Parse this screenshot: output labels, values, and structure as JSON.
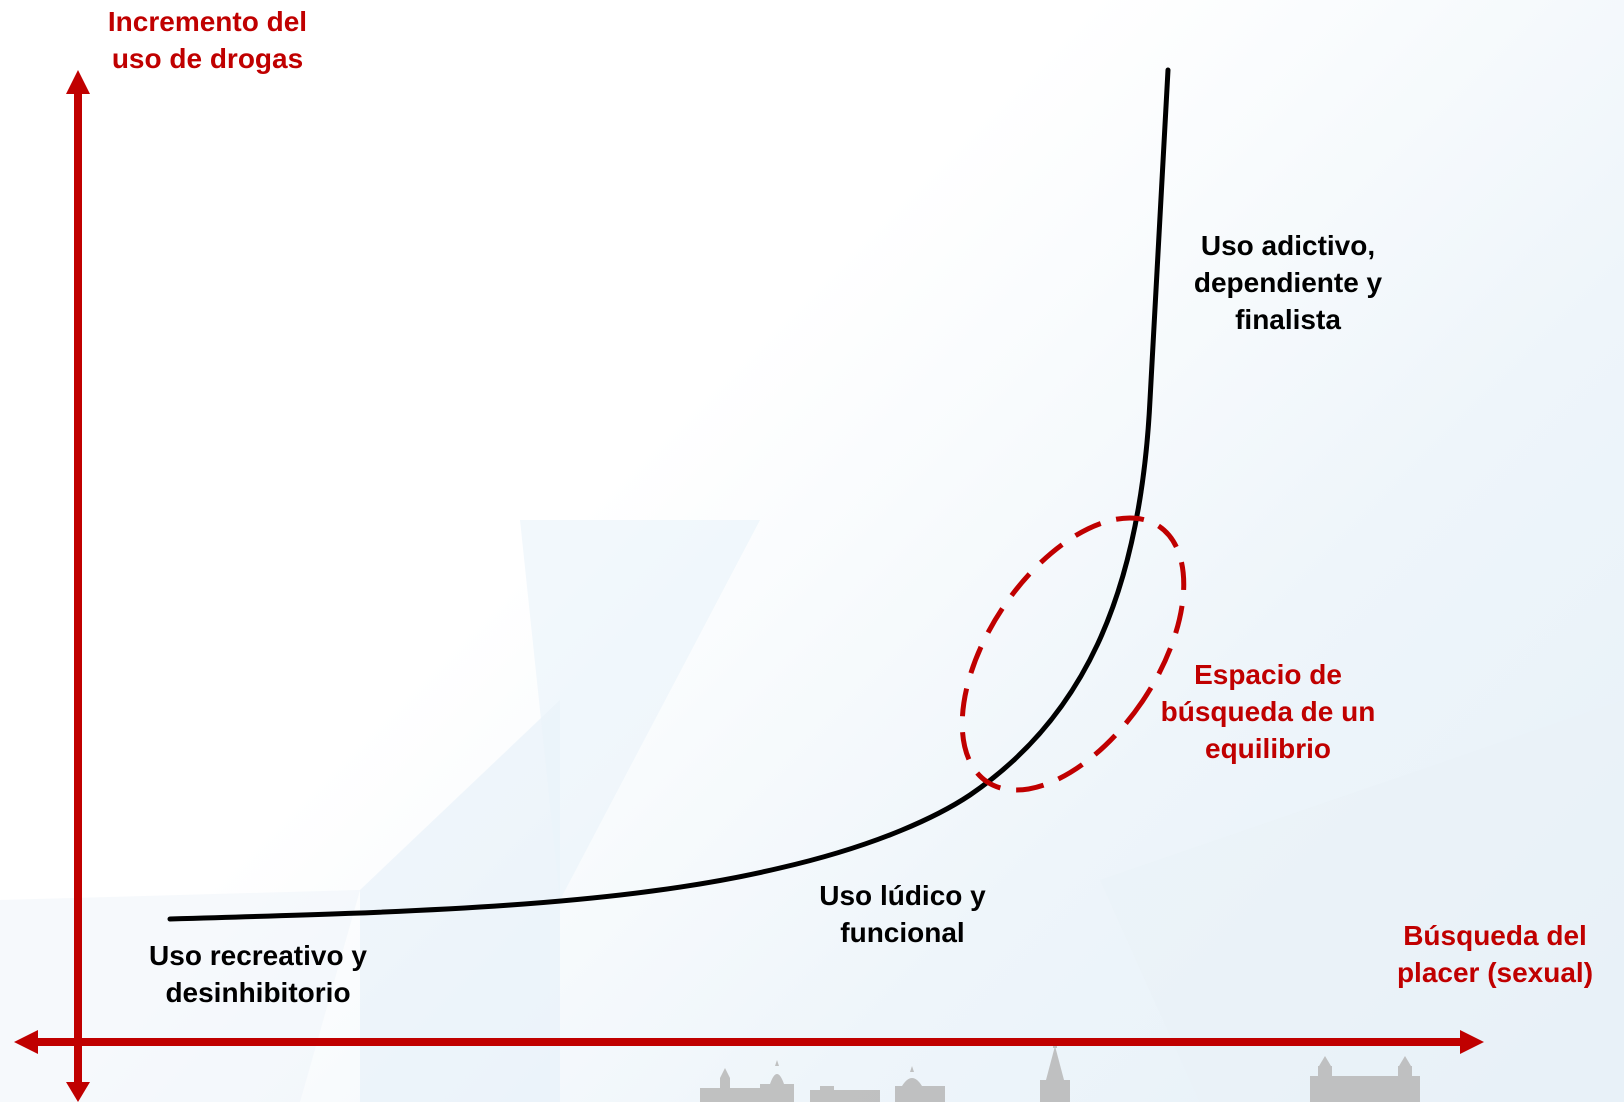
{
  "colors": {
    "axis": "#c00000",
    "curve": "#000000",
    "ellipse": "#c00000",
    "highlight_text": "#c00000",
    "body_text": "#000000",
    "skyline": "#b8b8b8"
  },
  "axes": {
    "y_label": "Incremento del\nuso de drogas",
    "x_label": "Búsqueda del\nplacer (sexual)"
  },
  "stages": {
    "recreational": "Uso recreativo y\ndesinhibitorio",
    "ludic": "Uso lúdico y\nfuncional",
    "addictive": "Uso adictivo,\ndependiente y\nfinalista"
  },
  "balance_zone": {
    "label": "Espacio de\nbúsqueda de un\nequilibrio"
  }
}
